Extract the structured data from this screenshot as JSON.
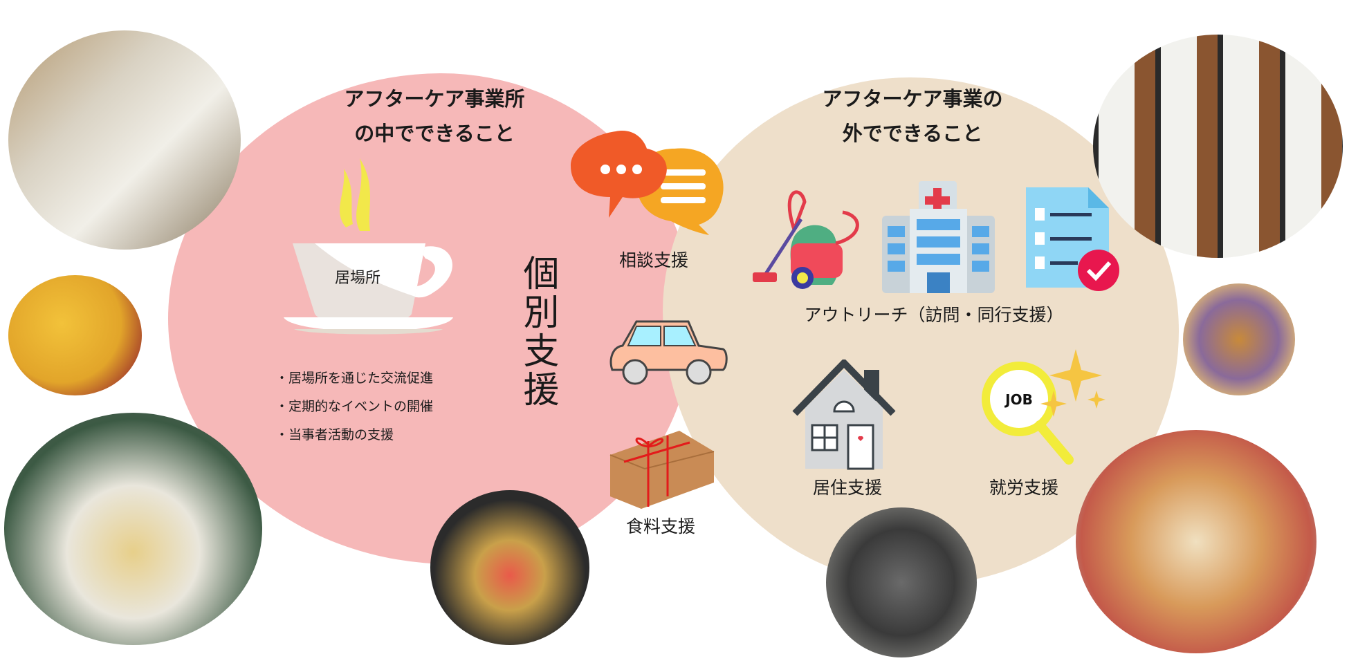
{
  "left_section": {
    "title_line1": "アフターケア事業所",
    "title_line2": "の中でできること",
    "cup_label": "居場所",
    "vertical_label": "個別支援",
    "bullets": [
      "・居場所を通じた交流促進",
      "・定期的なイベントの開催",
      "・当事者活動の支援"
    ]
  },
  "center": {
    "consult_label": "相談支援",
    "food_label": "食料支援"
  },
  "right_section": {
    "title_line1": "アフターケア事業の",
    "title_line2": "外でできること",
    "outreach_label": "アウトリーチ（訪問・同行支援）",
    "housing_label": "居住支援",
    "job_label": "就労支援",
    "job_icon_text": "JOB"
  },
  "colors": {
    "pink": "#f6b8b8",
    "beige": "#eedfca",
    "orange": "#f05a28",
    "yellow": "#f5a623"
  }
}
